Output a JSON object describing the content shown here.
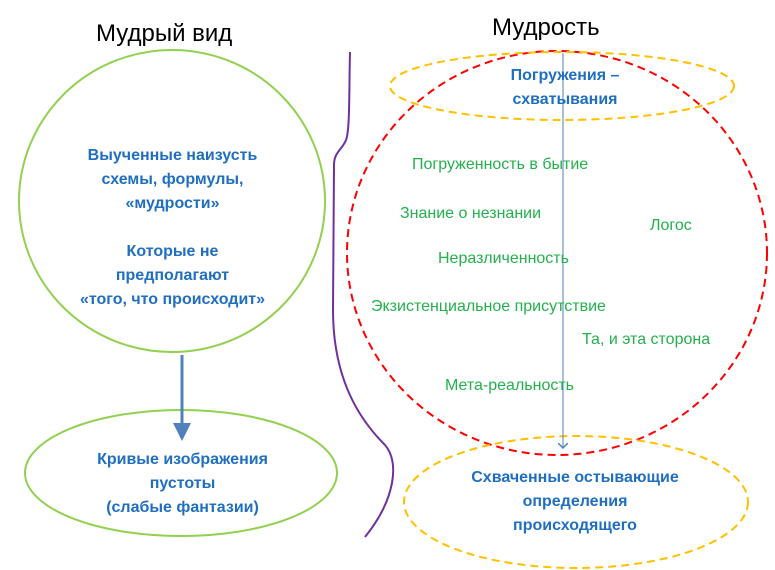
{
  "left": {
    "title": "Мудрый вид",
    "circle_lines": [
      "Выученные наизусть",
      "схемы, формулы,",
      "«мудрости»",
      "",
      "Которые не",
      "предполагают",
      "«того, что происходит»"
    ],
    "ellipse_lines": [
      "Кривые изображения",
      "пустоты",
      "(слабые фантазии)"
    ]
  },
  "right": {
    "title": "Мудрость",
    "top_lines": [
      "Погружения –",
      "схватывания"
    ],
    "items": [
      "Погруженность в бытие",
      "Знание о незнании",
      "Логос",
      "Неразличенность",
      "Экзистенциальное присутствие",
      "Та, и эта сторона",
      "Мета-реальность"
    ],
    "bottom_lines": [
      "Схваченные остывающие",
      "определения",
      "происходящего"
    ]
  },
  "colors": {
    "green": "#92d050",
    "red": "#ff0000",
    "orange": "#ffc000",
    "purple": "#7030a0",
    "blue": "#4f81bd",
    "text_blue": "#1f6fc0",
    "text_green": "#22b14c"
  }
}
